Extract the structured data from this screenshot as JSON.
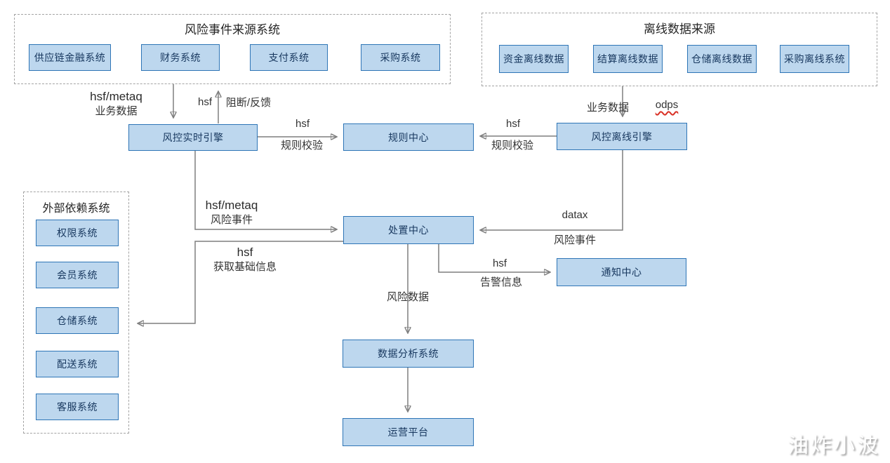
{
  "groups": {
    "event_sources": {
      "title": "风险事件来源系统",
      "items": [
        "供应链金融系统",
        "财务系统",
        "支付系统",
        "采购系统"
      ]
    },
    "offline_sources": {
      "title": "离线数据来源",
      "items": [
        "资金离线数据",
        "结算离线数据",
        "仓储离线数据",
        "采购离线系统"
      ]
    },
    "external_deps": {
      "title": "外部依赖系统",
      "items": [
        "权限系统",
        "会员系统",
        "仓储系统",
        "配送系统",
        "客服系统"
      ]
    }
  },
  "nodes": {
    "realtime_engine": "风控实时引擎",
    "rule_center": "规则中心",
    "offline_engine": "风控离线引擎",
    "disposal_center": "处置中心",
    "notify_center": "通知中心",
    "data_analysis": "数据分析系统",
    "ops_platform": "运营平台"
  },
  "edges": {
    "biz_data_in": {
      "l1": "hsf/metaq",
      "l2": "业务数据"
    },
    "block_feedback": {
      "l1": "hsf",
      "l2": "阻断/反馈"
    },
    "realtime_rule_check": {
      "l1": "hsf",
      "l2": "规则校验"
    },
    "offline_rule_check": {
      "l1": "hsf",
      "l2": "规则校验"
    },
    "offline_biz_data": {
      "l1": "业务数据",
      "l2": "odps"
    },
    "risk_event_realtime": {
      "l1": "hsf/metaq",
      "l2": "风险事件"
    },
    "risk_event_offline": {
      "l1": "datax",
      "l2": "风险事件"
    },
    "fetch_base_info": {
      "l1": "hsf",
      "l2": "获取基础信息"
    },
    "alert_info": {
      "l1": "hsf",
      "l2": "告警信息"
    },
    "risk_data": {
      "l1": "风险数据"
    }
  },
  "watermark": "油炸小波",
  "colors": {
    "node_fill": "#BDD7EE",
    "node_border": "#2E75B6",
    "node_text": "#17375E",
    "arrow": "#7F7F7F",
    "container_border": "#A3A3A3",
    "odps_underline": "#D93025",
    "background": "#FFFFFF"
  }
}
